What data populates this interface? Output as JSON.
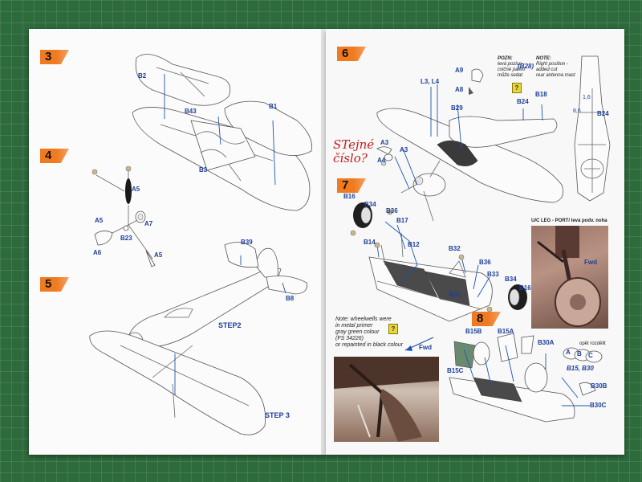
{
  "left_page": {
    "steps": [
      {
        "number": "3"
      },
      {
        "number": "4"
      },
      {
        "number": "5"
      }
    ],
    "labels": {
      "b2": "B2",
      "b1": "B1",
      "b43": "B43",
      "b3": "B3",
      "a5_top": "A5",
      "a5_bottom": "A5",
      "a5_left": "A5",
      "a7": "A7",
      "a6": "A6",
      "b23": "B23",
      "b39": "B39",
      "b8": "B8",
      "step2": "STEP2",
      "step3": "STEP 3"
    }
  },
  "right_page": {
    "steps": [
      {
        "number": "6"
      },
      {
        "number": "7"
      },
      {
        "number": "8"
      }
    ],
    "handwritten_note": [
      "STejné",
      "číslo?"
    ],
    "labels": {
      "l3l4": "L3, L4",
      "a9": "A9",
      "a8": "A8",
      "b29": "B29",
      "b24": "B24",
      "b18": "B18",
      "a3_top": "A3",
      "a3_mid": "A3",
      "a4": "A4",
      "b24_side": "B24",
      "dim_16": "1,6",
      "dim_86": "8,6",
      "b16_top": "B16",
      "b34_top": "B34",
      "b36_top": "B36",
      "b17": "B17",
      "b14": "B14",
      "b12": "B12",
      "b32": "B32",
      "b36_mid": "B36",
      "b33": "B33",
      "b34_mid": "B34",
      "b16_mid": "B16",
      "b31": "B31",
      "b15b": "B15B",
      "b15a": "B15A",
      "b30a": "B30A",
      "b15c": "B15C",
      "b30b": "B30B",
      "b30c": "B30C",
      "abc_a": "A",
      "abc_b": "B",
      "abc_c": "C",
      "b15_b30": "B15, B30",
      "fwd_photo": "Fwd",
      "fwd_diagram": "Fwd"
    },
    "pozn_note": {
      "title": "POZN:",
      "lines": [
        "levá pozice -",
        "cvičné palivo",
        "může sedat"
      ],
      "ref": "(B28)"
    },
    "right_note": {
      "title": "NOTE:",
      "lines": [
        "Right position -",
        "added cut",
        "rear antenna mast"
      ]
    },
    "uc_leg_caption": "U/C LEG - PORT/ levá podv. noha",
    "wheelwell_note": [
      "Note: wheelwells were",
      "in metal primer",
      "gray green colour",
      "(FS 34226)",
      "or repainted in black colour"
    ],
    "small_note": "opět rozdělit"
  }
}
